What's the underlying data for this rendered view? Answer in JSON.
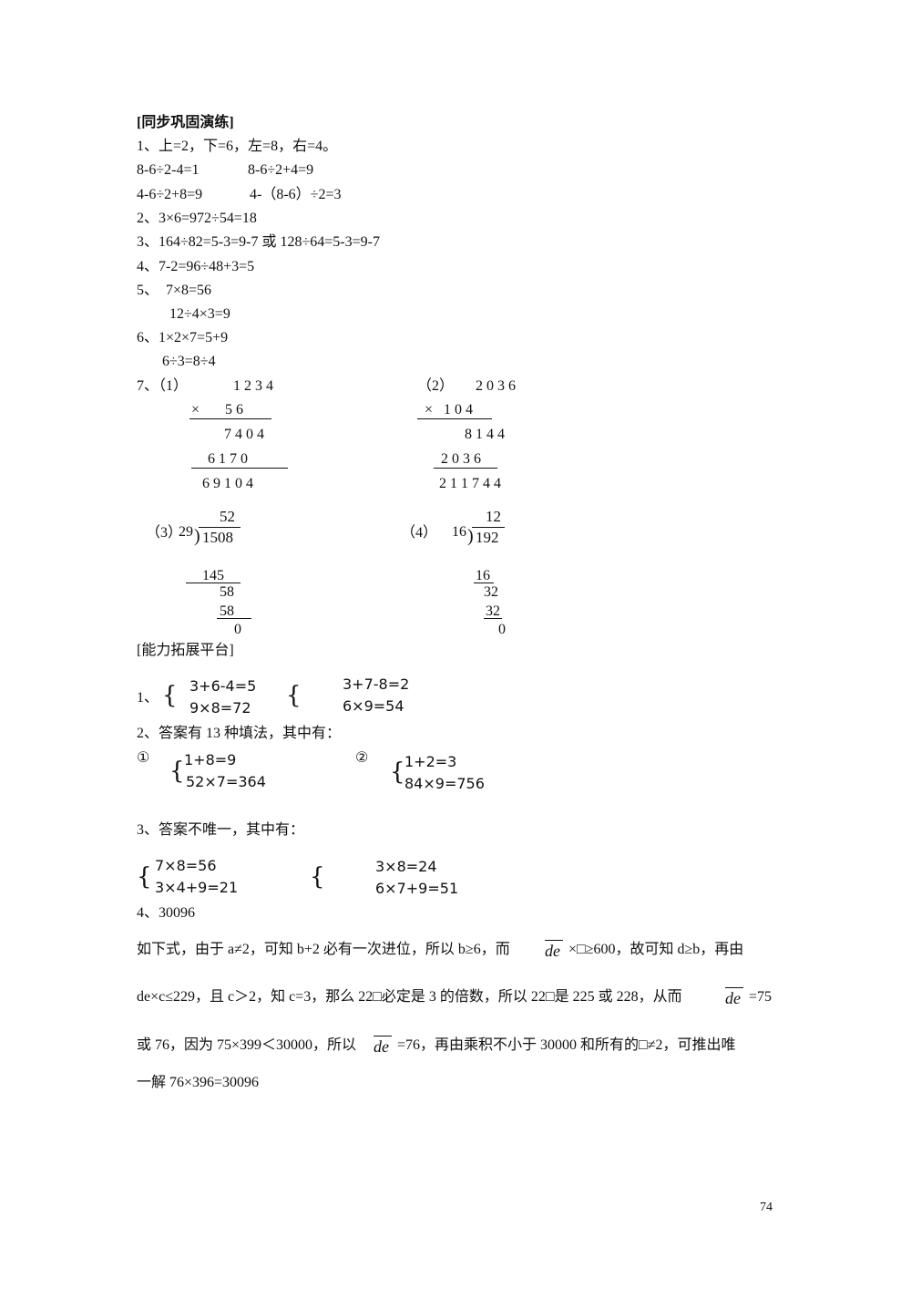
{
  "sync": {
    "heading": "[同步巩固演练]",
    "l1": "1、上=2，下=6，左=8，右=4。",
    "l2a": "8-6÷2-4=1",
    "l2b": "8-6÷2+4=9",
    "l3a": "4-6÷2+8=9",
    "l3b": "4-（8-6）÷2=3",
    "l4": "2、3×6=972÷54=18",
    "l5": "3、164÷82=5-3=9-7 或 128÷64=5-3=9-7",
    "l6": "4、7-2=96÷48+3=5",
    "l7": "5、  7×8=56",
    "l8": "12÷4×3=9",
    "l9": "6、1×2×7=5+9",
    "l10": "6÷3=8÷4",
    "q7_label": "7、（1）",
    "q7_1": {
      "a": "1 2 3 4",
      "b": "×       5 6",
      "c": "7 4 0 4",
      "d": "6 1 7 0",
      "e": "6 9 1 0 4"
    },
    "q7_2_label": "（2）",
    "q7_2": {
      "a": "2 0 3 6",
      "b": "×   1 0 4",
      "c": "8 1 4 4",
      "d": "2 0 3 6",
      "e": "2 1 1 7 4 4"
    },
    "q7_3": {
      "label": "（3）",
      "divisor": "29",
      "dividend": "1508",
      "quotient": "52",
      "s1": "145",
      "s2": "58",
      "s3": "58",
      "s4": "0"
    },
    "q7_4": {
      "label": "（4）",
      "divisor": "16",
      "dividend": "192",
      "quotient": "12",
      "s1": "16",
      "s2": "32",
      "s3": "32",
      "s4": "0"
    }
  },
  "ext": {
    "heading": "[能力拓展平台]",
    "p1_label": "1、",
    "p1_a1": "3+6-4=5",
    "p1_a2": "9×8=72",
    "p1_b1": "3+7-8=2",
    "p1_b2": "6×9=54",
    "p2": "2、答案有 13 种填法，其中有：",
    "p2_m1": "①",
    "p2_a1": "1+8=9",
    "p2_a2": "52×7=364",
    "p2_m2": "②",
    "p2_b1": "1+2=3",
    "p2_b2": "84×9=756",
    "p3": "3、答案不唯一，其中有：",
    "p3_a1": "7×8=56",
    "p3_a2": "3×4+9=21",
    "p3_b1": "3×8=24",
    "p3_b2": "6×7+9=51",
    "p4": "4、30096",
    "para1a": "如下式，由于 a≠2，可知 b+2 必有一次进位，所以 b≥6，而",
    "para1b": "×□≥600，故可知 d≥b，再由",
    "para2a": "de×c≤229，且 c＞2，知 c=3，那么 22□必定是 3 的倍数，所以 22□是 225 或 228，从而",
    "para2b": "=75",
    "para3a": "或 76，因为 75×399＜30000，所以",
    "para3b": "=76，再由乘积不小于 30000 和所有的□≠2，可推出唯",
    "para4": "一解 76×396=30096",
    "de": "de"
  },
  "page_number": "74"
}
